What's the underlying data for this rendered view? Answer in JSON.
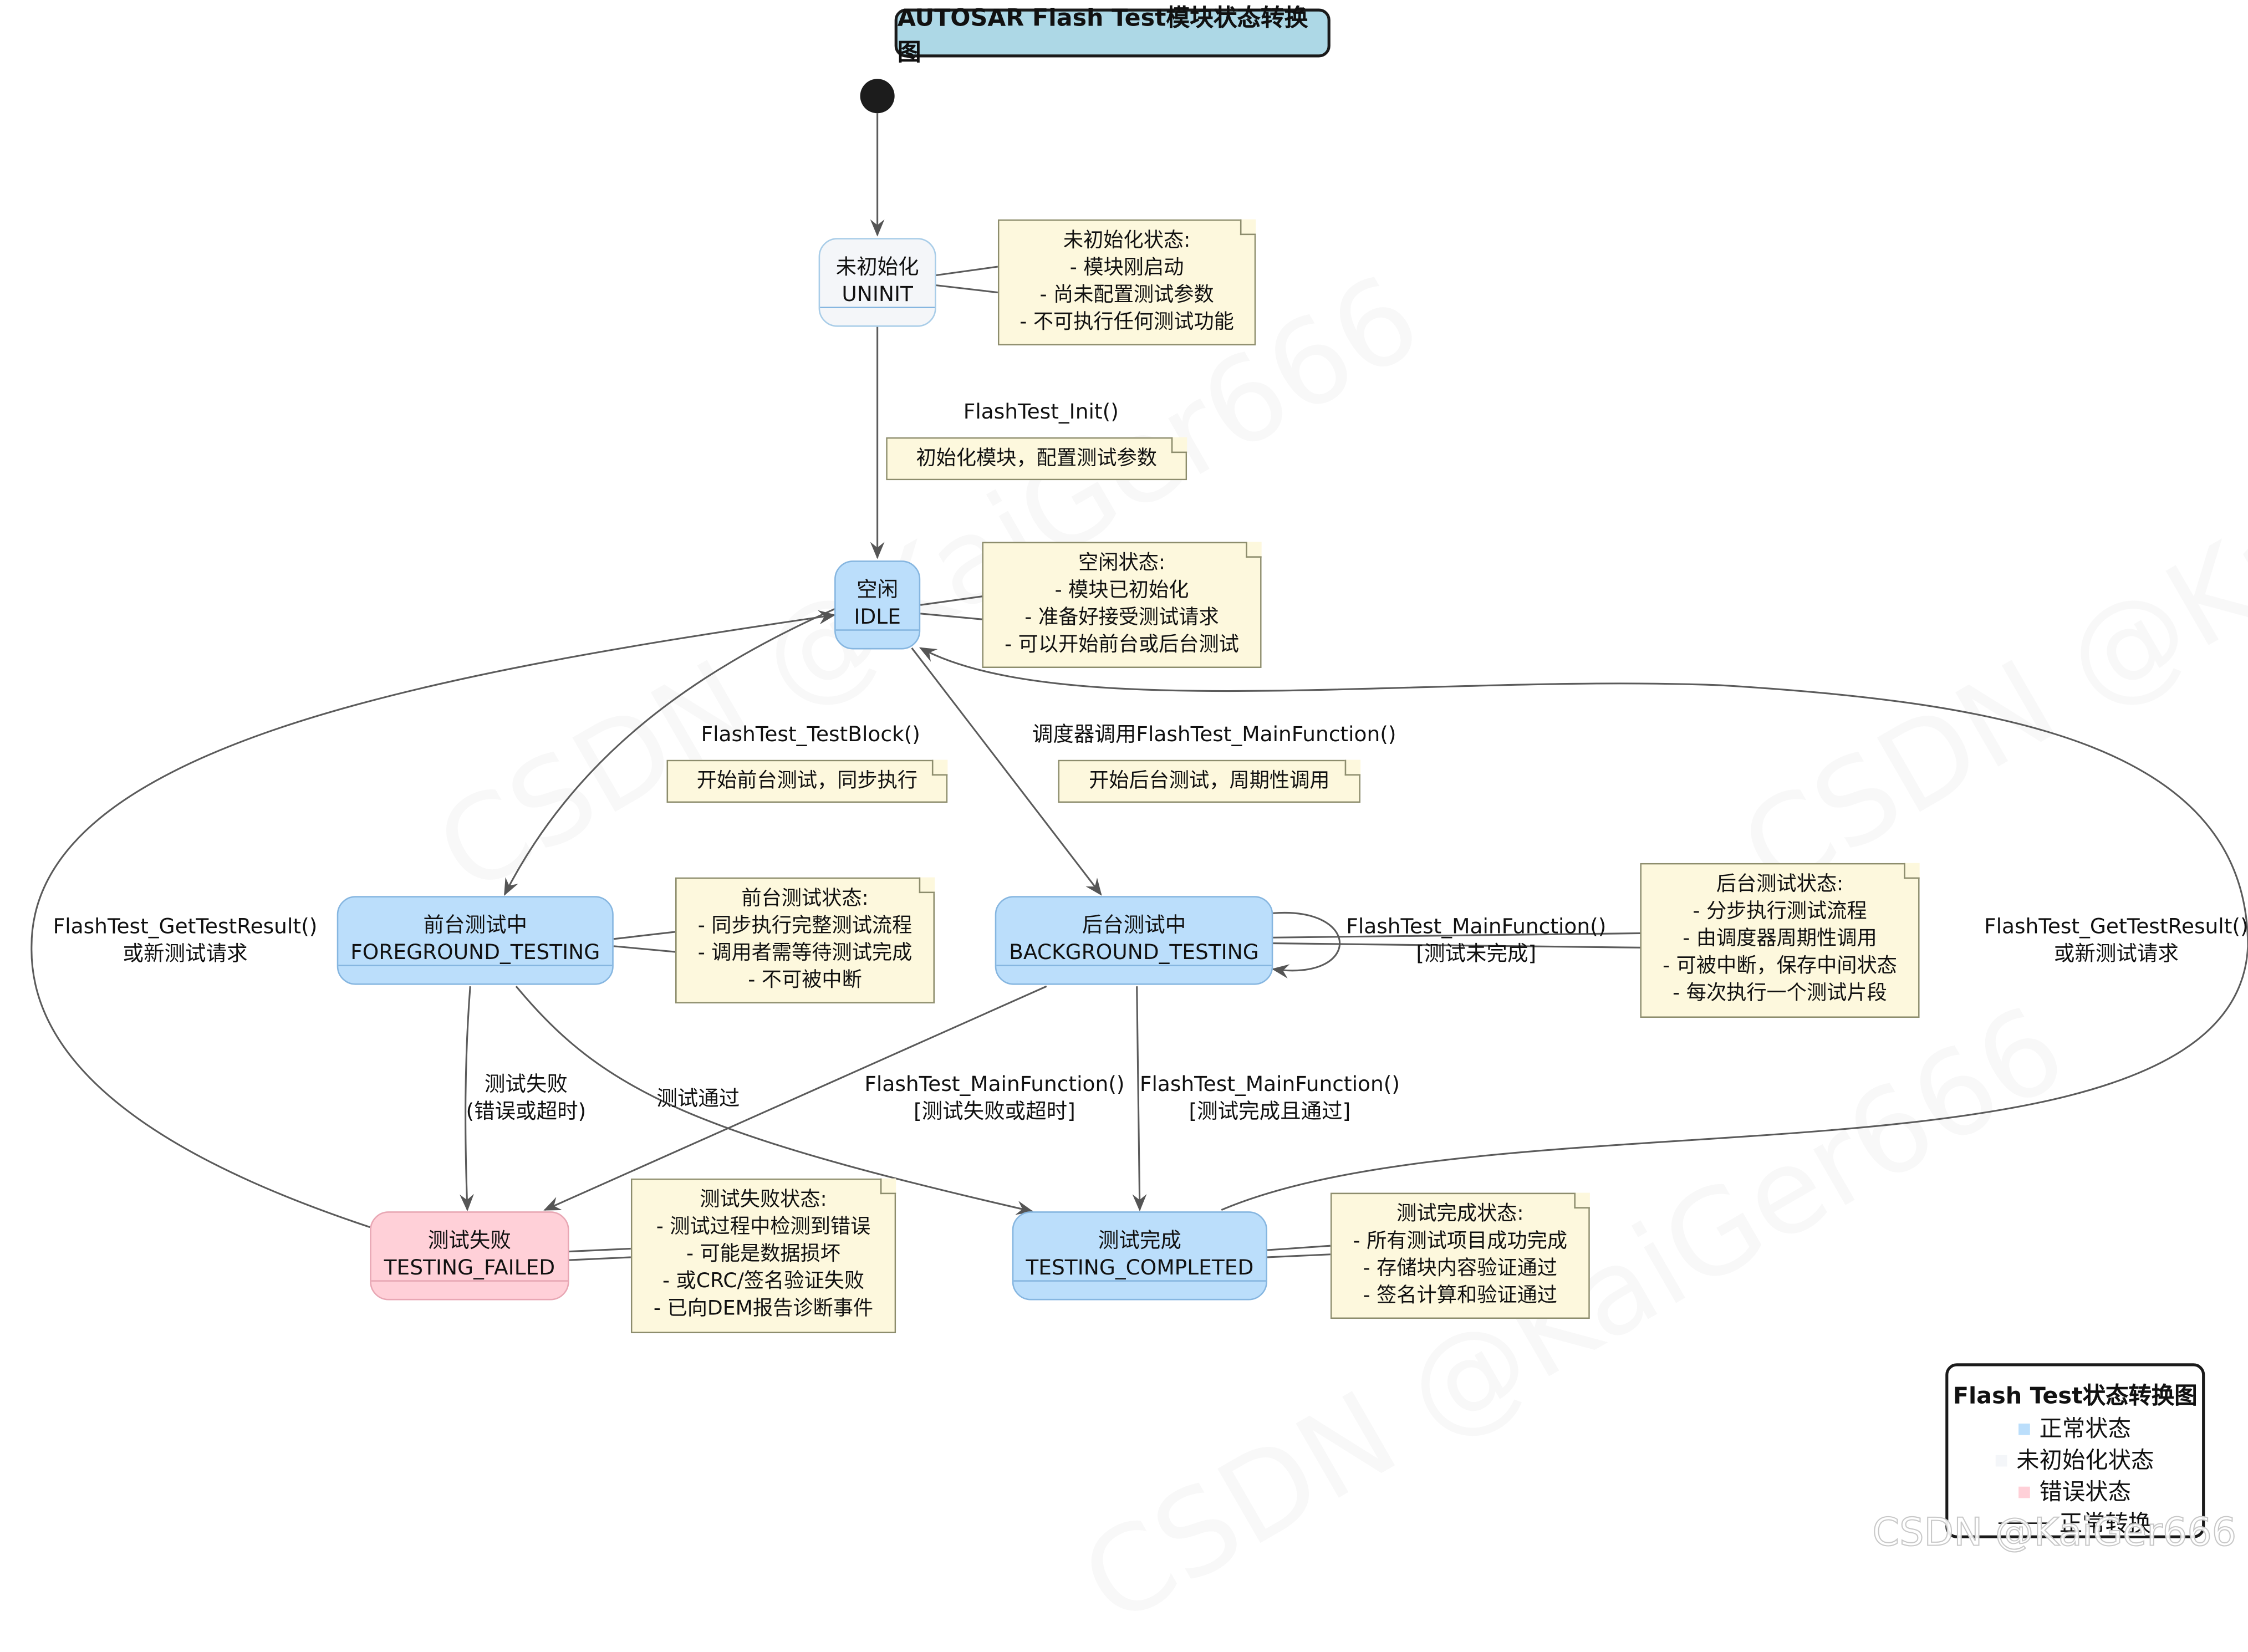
{
  "title": "AUTOSAR Flash Test模块状态转换图",
  "states": {
    "uninit": {
      "cn": "未初始化",
      "en": "UNINIT"
    },
    "idle": {
      "cn": "空闲",
      "en": "IDLE"
    },
    "foreground": {
      "cn": "前台测试中",
      "en": "FOREGROUND_TESTING"
    },
    "background": {
      "cn": "后台测试中",
      "en": "BACKGROUND_TESTING"
    },
    "failed": {
      "cn": "测试失败",
      "en": "TESTING_FAILED"
    },
    "completed": {
      "cn": "测试完成",
      "en": "TESTING_COMPLETED"
    }
  },
  "notes": {
    "uninit": [
      "未初始化状态:",
      "- 模块刚启动",
      "- 尚未配置测试参数",
      "- 不可执行任何测试功能"
    ],
    "init": [
      "初始化模块，配置测试参数"
    ],
    "idle": [
      "空闲状态:",
      "- 模块已初始化",
      "- 准备好接受测试请求",
      "- 可以开始前台或后台测试"
    ],
    "foreground_start": [
      "开始前台测试，同步执行"
    ],
    "background_start": [
      "开始后台测试，周期性调用"
    ],
    "foreground": [
      "前台测试状态:",
      "- 同步执行完整测试流程",
      "- 调用者需等待测试完成",
      "- 不可被中断"
    ],
    "background": [
      "后台测试状态:",
      "- 分步执行测试流程",
      "- 由调度器周期性调用",
      "- 可被中断，保存中间状态",
      "- 每次执行一个测试片段"
    ],
    "failed": [
      "测试失败状态:",
      "- 测试过程中检测到错误",
      "- 可能是数据损坏",
      "- 或CRC/签名验证失败",
      "- 已向DEM报告诊断事件"
    ],
    "completed": [
      "测试完成状态:",
      "- 所有测试项目成功完成",
      "- 存储块内容验证通过",
      "- 签名计算和验证通过"
    ]
  },
  "transitions": {
    "init": [
      "FlashTest_Init()"
    ],
    "test_block": [
      "FlashTest_TestBlock()"
    ],
    "scheduler_main": [
      "调度器调用FlashTest_MainFunction()"
    ],
    "bg_self": [
      "FlashTest_MainFunction()",
      "[测试未完成]"
    ],
    "fg_failed": [
      "测试失败",
      "(错误或超时)"
    ],
    "fg_passed": [
      "测试通过"
    ],
    "bg_failed": [
      "FlashTest_MainFunction()",
      "[测试失败或超时]"
    ],
    "bg_completed": [
      "FlashTest_MainFunction()",
      "[测试完成且通过]"
    ],
    "failed_to_idle": [
      "FlashTest_GetTestResult()",
      "或新测试请求"
    ],
    "completed_to_idle": [
      "FlashTest_GetTestResult()",
      "或新测试请求"
    ]
  },
  "legend": {
    "title": "Flash Test状态转换图",
    "items": [
      {
        "label": "正常状态",
        "color": "#bbdefb"
      },
      {
        "label": "未初始化状态",
        "color": "#f4f6f9"
      },
      {
        "label": "错误状态",
        "color": "#ffd0d8"
      },
      {
        "label": "正常转换",
        "color": "#111111"
      }
    ]
  },
  "watermark": "CSDN @KaiGer666",
  "credit": "CSDN @KaiGer666"
}
